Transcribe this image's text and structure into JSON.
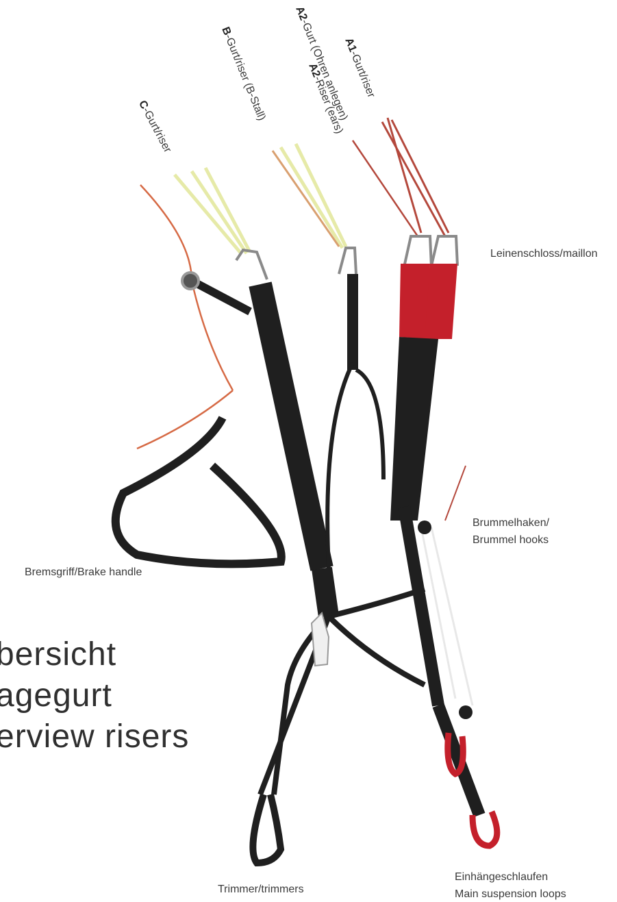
{
  "title_lines": [
    "bersicht",
    "agegurt",
    "erview risers"
  ],
  "labels": {
    "c_riser": {
      "bold": "C",
      "rest": "-Gurt/riser"
    },
    "b_riser": {
      "bold": "B",
      "rest": "-Gurt/riser (B-Stall)"
    },
    "a2_gurt": {
      "bold": "A2",
      "rest": "-Gurt (Ohren anlegen)"
    },
    "a2_riser": {
      "bold": "A2",
      "rest": "-Riser (ears)"
    },
    "a1_riser": {
      "bold": "A1",
      "rest": "-Gurt/riser"
    },
    "maillon": "Leinenschloss/maillon",
    "brummel_1": "Brummelhaken/",
    "brummel_2": "Brummel hooks",
    "brake_handle": "Bremsgriff/Brake handle",
    "trimmers": "Trimmer/trimmers",
    "loops_1": "Einhängeschlaufen",
    "loops_2": "Main suspension loops"
  },
  "colors": {
    "webbing": "#1f1f1f",
    "a_riser_red": "#c4202b",
    "line_red": "#b4483c",
    "line_orange": "#d66a45",
    "line_yellow": "#e6eaa8",
    "line_white": "#e8e8e8",
    "metal": "#8a8a8a"
  }
}
